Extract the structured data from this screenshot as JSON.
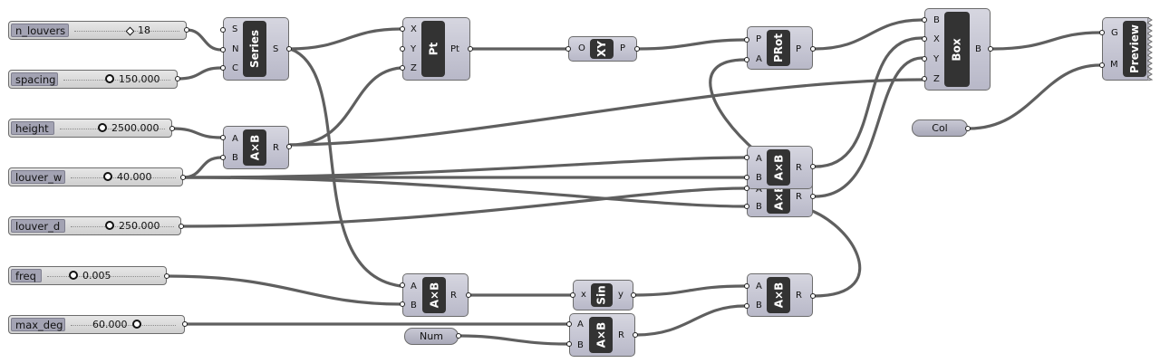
{
  "sliders": [
    {
      "name": "n_louvers",
      "value": "18"
    },
    {
      "name": "spacing",
      "value": "150.000"
    },
    {
      "name": "height",
      "value": "2500.000"
    },
    {
      "name": "louver_w",
      "value": "40.000"
    },
    {
      "name": "louver_d",
      "value": "250.000"
    },
    {
      "name": "freq",
      "value": "0.005"
    },
    {
      "name": "max_deg",
      "value": "60.000"
    }
  ],
  "components": {
    "series": {
      "title": "Series",
      "inputs": [
        "S",
        "N",
        "C"
      ],
      "outputs": [
        "S"
      ]
    },
    "pt": {
      "title": "Pt",
      "inputs": [
        "X",
        "Y",
        "Z"
      ],
      "outputs": [
        "Pt"
      ]
    },
    "xy": {
      "title": "XY",
      "inputs": [
        "O"
      ],
      "outputs": [
        "P"
      ]
    },
    "prot": {
      "title": "PRot",
      "inputs": [
        "P",
        "A"
      ],
      "outputs": [
        "P"
      ]
    },
    "box": {
      "title": "Box",
      "inputs": [
        "B",
        "X",
        "Y",
        "Z"
      ],
      "outputs": [
        "B"
      ]
    },
    "preview": {
      "title": "Preview",
      "inputs": [
        "G",
        "M"
      ],
      "outputs": []
    },
    "mul_h": {
      "title": "A×B",
      "inputs": [
        "A",
        "B"
      ],
      "outputs": [
        "R"
      ]
    },
    "mul_1": {
      "title": "A×B",
      "inputs": [
        "A",
        "B"
      ],
      "outputs": [
        "R"
      ]
    },
    "mul_2": {
      "title": "A×B",
      "inputs": [
        "A",
        "B"
      ],
      "outputs": [
        "R"
      ]
    },
    "mul_freq": {
      "title": "A×B",
      "inputs": [
        "A",
        "B"
      ],
      "outputs": [
        "R"
      ]
    },
    "sin": {
      "title": "Sin",
      "inputs": [
        "x"
      ],
      "outputs": [
        "y"
      ]
    },
    "mul_sin": {
      "title": "A×B",
      "inputs": [
        "A",
        "B"
      ],
      "outputs": [
        "R"
      ]
    },
    "mul_deg": {
      "title": "A×B",
      "inputs": [
        "A",
        "B"
      ],
      "outputs": [
        "R"
      ]
    }
  },
  "params": {
    "col": "Col",
    "num": "Num"
  }
}
